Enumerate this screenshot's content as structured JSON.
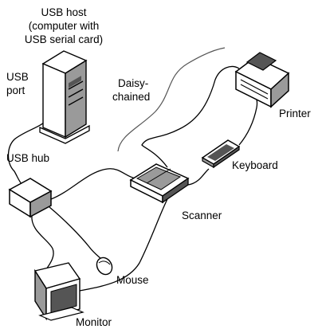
{
  "labels": {
    "usb_host_line1": "USB host",
    "usb_host_line2": "(computer with",
    "usb_host_line3": "USB serial card)",
    "usb_port_line1": "USB",
    "usb_port_line2": "port",
    "usb_hub": "USB hub",
    "daisy_line1": "Daisy-",
    "daisy_line2": "chained",
    "printer": "Printer",
    "keyboard": "Keyboard",
    "scanner": "Scanner",
    "mouse": "Mouse",
    "monitor": "Monitor"
  },
  "colors": {
    "ink": "#000000",
    "background": "#ffffff",
    "shade": "#9a9a9a",
    "dark_shade": "#555555"
  }
}
